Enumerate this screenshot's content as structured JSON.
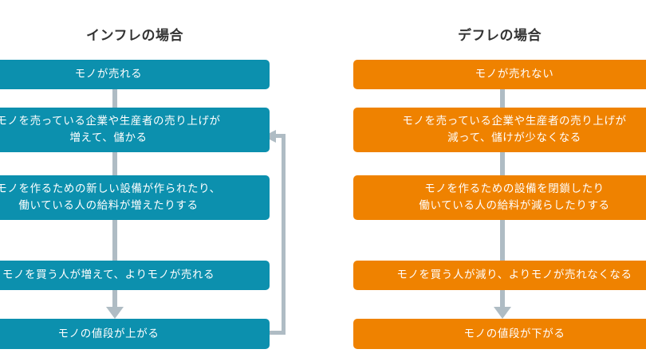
{
  "diagram": {
    "background_color": "#ffffff",
    "connector_color": "#AFBCC4",
    "columns": [
      {
        "id": "inflation",
        "title": "インフレの場合",
        "accent_color": "#0C90AE",
        "has_feedback_loop": true,
        "steps": [
          {
            "line1": "モノが売れる",
            "line2": ""
          },
          {
            "line1": "モノを売っている企業や生産者の売り上げが",
            "line2": "増えて、儲かる"
          },
          {
            "line1": "モノを作るための新しい設備が作られたり、",
            "line2": "働いている人の給料が増えたりする"
          },
          {
            "line1": "モノを買う人が増えて、よりモノが売れる",
            "line2": ""
          },
          {
            "line1": "モノの値段が上がる",
            "line2": ""
          }
        ]
      },
      {
        "id": "deflation",
        "title": "デフレの場合",
        "accent_color": "#EF8200",
        "has_feedback_loop": false,
        "steps": [
          {
            "line1": "モノが売れない",
            "line2": ""
          },
          {
            "line1": "モノを売っている企業や生産者の売り上げが",
            "line2": "減って、儲けが少なくなる"
          },
          {
            "line1": "モノを作るための設備を閉鎖したり",
            "line2": "働いている人の給料が減らしたりする"
          },
          {
            "line1": "モノを買う人が減り、よりモノが売れなくなる",
            "line2": ""
          },
          {
            "line1": "モノの値段が下がる",
            "line2": ""
          }
        ]
      }
    ]
  }
}
